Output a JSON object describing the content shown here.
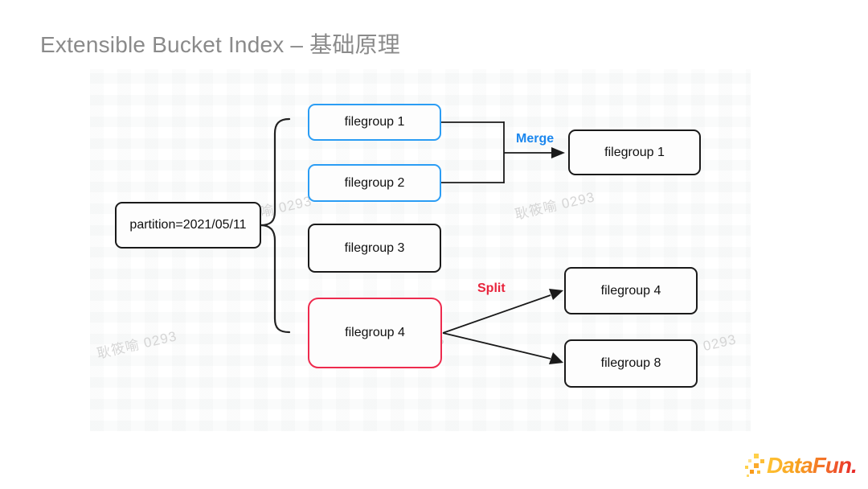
{
  "title": "Extensible Bucket Index – 基础原理",
  "diagram": {
    "partition": {
      "label": "partition=2021/05/11"
    },
    "source_groups": [
      {
        "label": "filegroup 1",
        "highlight": "blue"
      },
      {
        "label": "filegroup 2",
        "highlight": "blue"
      },
      {
        "label": "filegroup 3",
        "highlight": "none"
      },
      {
        "label": "filegroup 4",
        "highlight": "red"
      }
    ],
    "merge": {
      "label": "Merge",
      "result": {
        "label": "filegroup 1"
      }
    },
    "split": {
      "label": "Split",
      "results": [
        {
          "label": "filegroup 4"
        },
        {
          "label": "filegroup 8"
        }
      ]
    }
  },
  "watermark": {
    "text": "耿筱喻 0293"
  },
  "logo": {
    "text": "DataFun."
  },
  "colors": {
    "accent_blue": "#2b9df4",
    "accent_red": "#ee2b4e",
    "merge_label": "#1b87ee",
    "split_label": "#e8253d",
    "box_border": "#1a1a1a",
    "title_gray": "#8a8a8a",
    "watermark_gray": "#cfcfcf"
  }
}
